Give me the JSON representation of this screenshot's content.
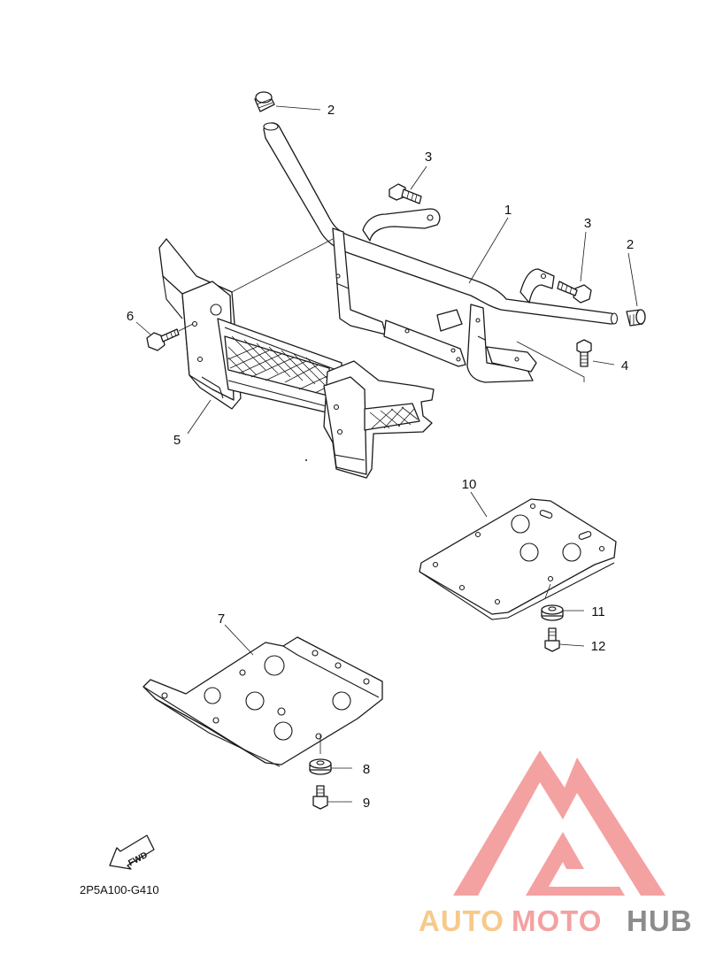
{
  "diagram": {
    "callouts": [
      {
        "id": "c1",
        "label": "1"
      },
      {
        "id": "c2a",
        "label": "2"
      },
      {
        "id": "c2b",
        "label": "2"
      },
      {
        "id": "c3a",
        "label": "3"
      },
      {
        "id": "c3b",
        "label": "3"
      },
      {
        "id": "c4",
        "label": "4"
      },
      {
        "id": "c5",
        "label": "5"
      },
      {
        "id": "c6",
        "label": "6"
      },
      {
        "id": "c7",
        "label": "7"
      },
      {
        "id": "c8",
        "label": "8"
      },
      {
        "id": "c9",
        "label": "9"
      },
      {
        "id": "c10",
        "label": "10"
      },
      {
        "id": "c11",
        "label": "11"
      },
      {
        "id": "c12",
        "label": "12"
      }
    ],
    "diagram_code": "2P5A100-G410",
    "fwd_label": "FWD"
  },
  "watermark": {
    "brand_part1": "AUTO",
    "brand_part2": "MOTO",
    "brand_part3": "HUB",
    "colors": {
      "triangle": "#f4a1a1",
      "auto": "#f7c98a",
      "moto": "#f4a1a1",
      "hub": "#8c8c8c"
    }
  }
}
